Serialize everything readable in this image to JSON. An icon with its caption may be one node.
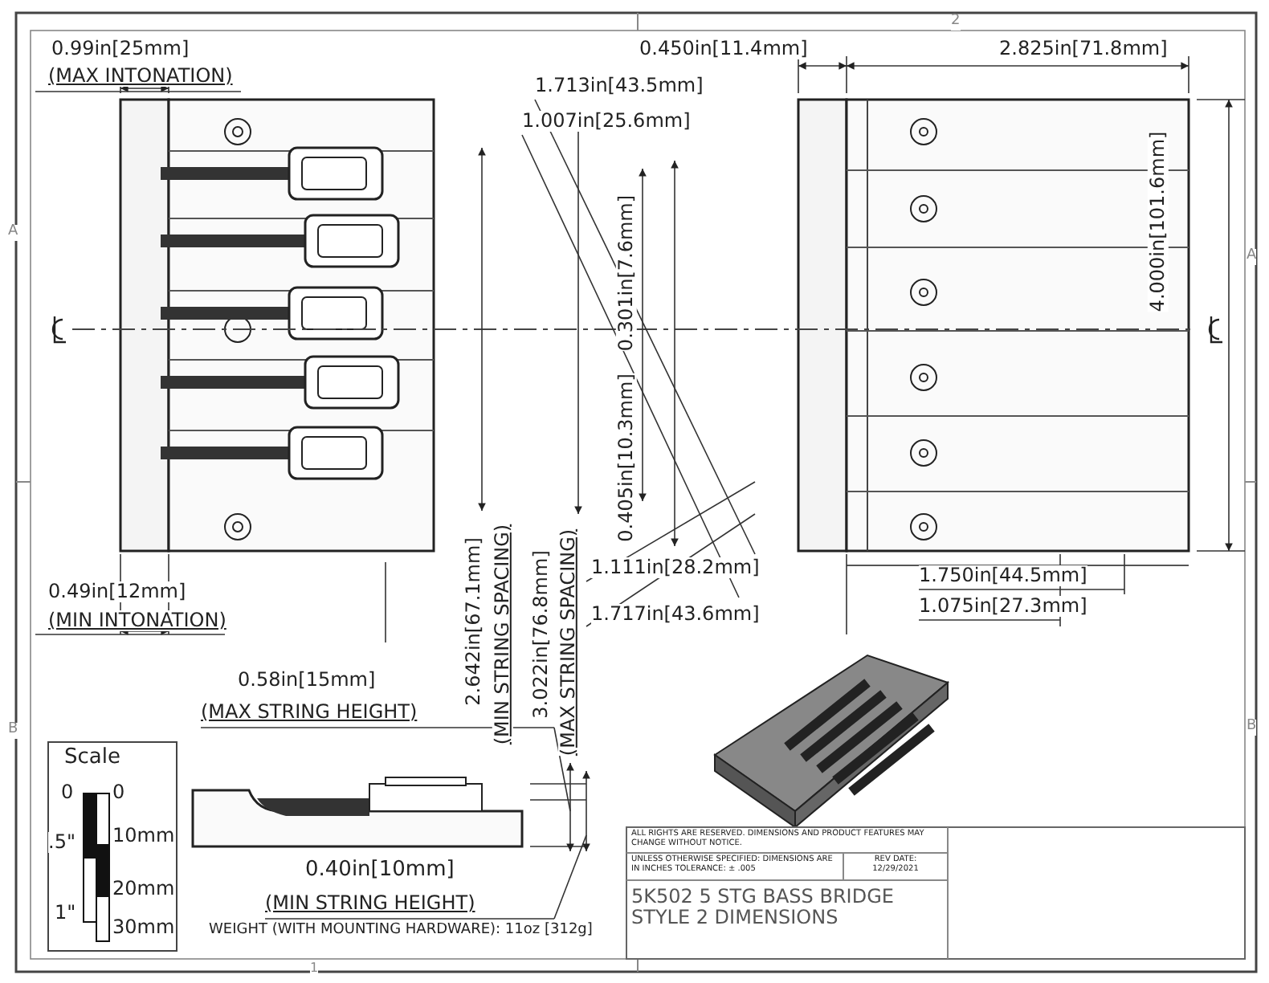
{
  "diagram": {
    "labels": [
      "2",
      "0.99in[25mm]",
      "(MAX INTONATION)",
      "0.450in[11.4mm]",
      "2.825in[71.8mm]",
      "1.713in[43.5mm]",
      "1.007in[25.6mm]",
      "4.000in[101.6mm]",
      "A",
      "A",
      "0.301in[7.6mm]",
      "0.405in[10.3mm]",
      "1.111in[28.2mm]",
      "1.750in[44.5mm]",
      "0.49in[12mm]",
      "(MIN INTONATION)",
      "1.717in[43.6mm]",
      "1.075in[27.3mm]",
      "2.642in[67.1mm]",
      "(MIN STRING SPACING)",
      "3.022in[76.8mm]",
      "(MAX STRING SPACING)",
      "0.58in[15mm]",
      "(MAX STRING HEIGHT)",
      "B",
      "B",
      "Scale",
      "0",
      "0",
      "10mm",
      ".5\"",
      "20mm",
      "1\"",
      "30mm",
      "0.40in[10mm]",
      "(MIN STRING HEIGHT)",
      "WEIGHT (WITH MOUNTING HARDWARE): 11oz [312g]",
      "ALL RIGHTS ARE RESERVED. DIMENSIONS AND PRODUCT FEATURES MAY CHANGE WITHOUT NOTICE.",
      "UNLESS OTHERWISE SPECIFIED: DIMENSIONS ARE IN INCHES TOLERANCE: ± .005",
      "REV DATE: 12/29/2021",
      "5K502 5 STG BASS BRIDGE STYLE 2 DIMENSIONS",
      "1"
    ]
  }
}
